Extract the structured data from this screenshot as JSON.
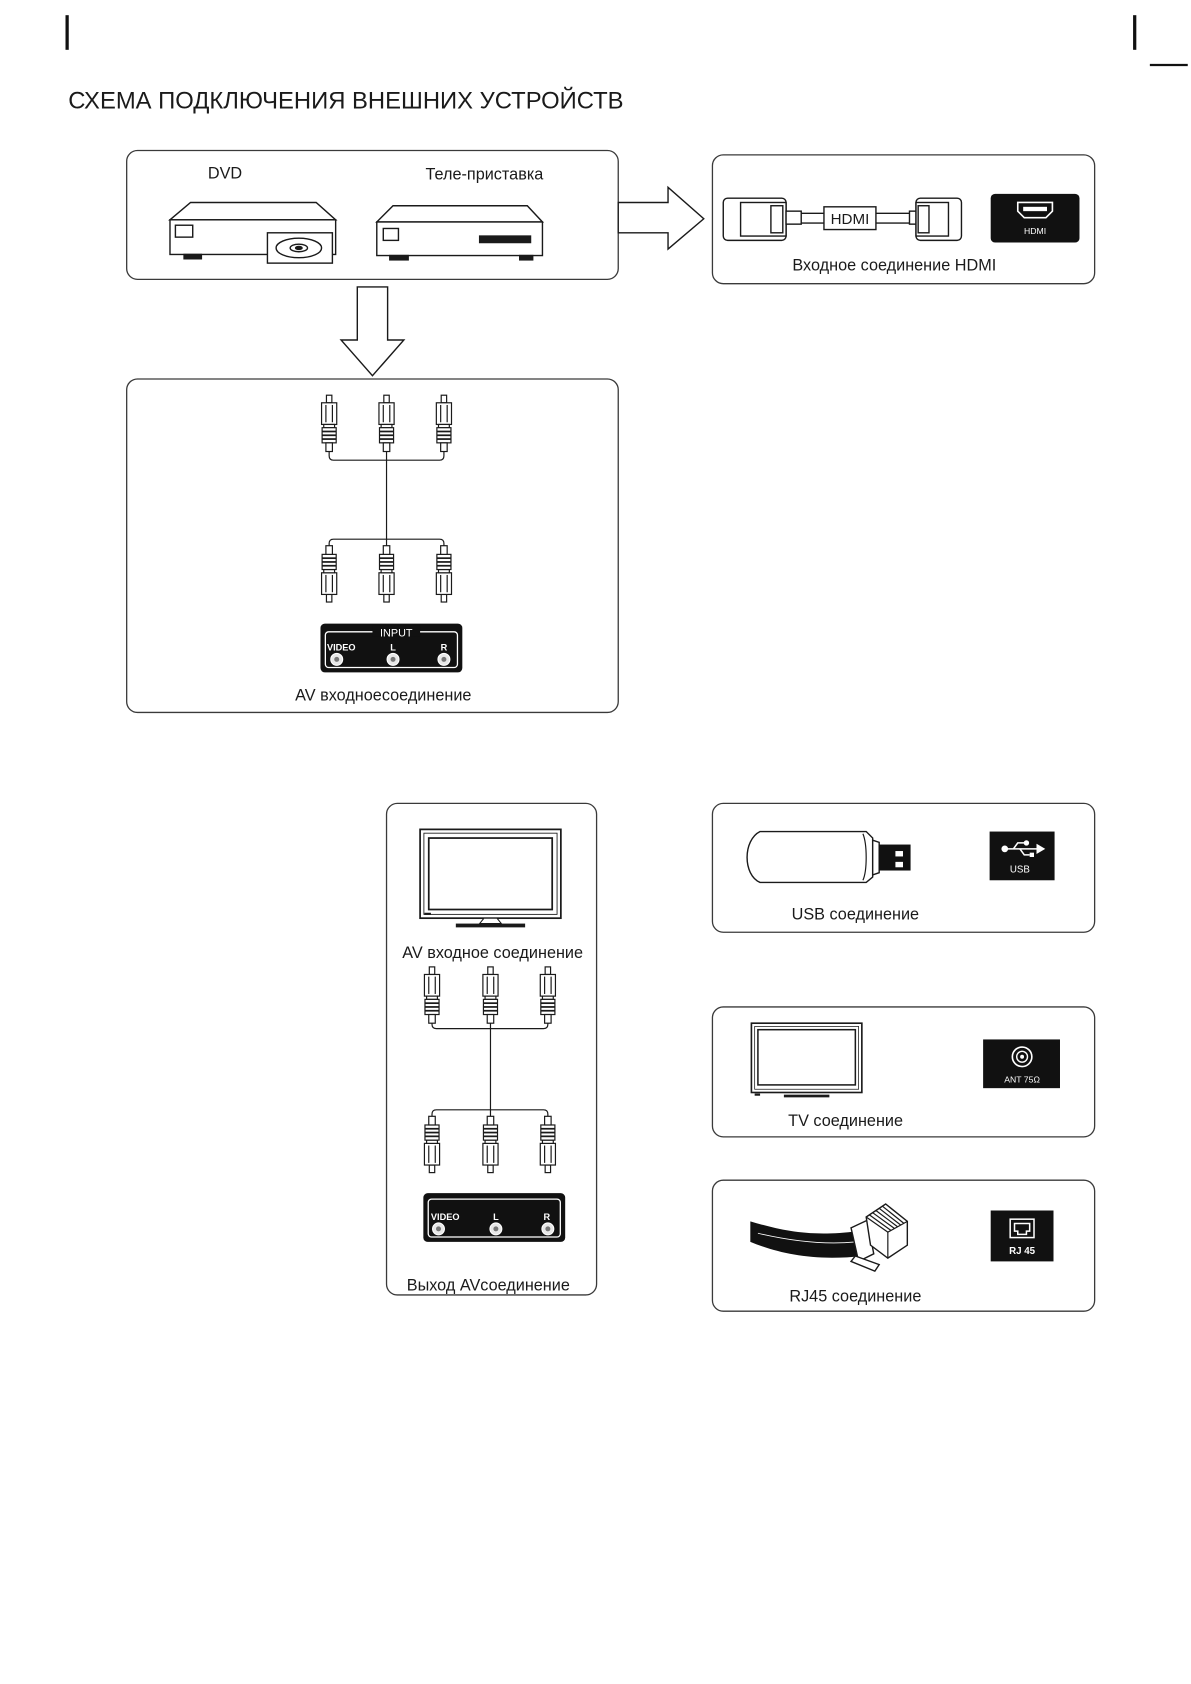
{
  "page": {
    "title": "СХЕМА ПОДКЛЮЧЕНИЯ ВНЕШНИХ УСТРОЙСТВ"
  },
  "sources": {
    "dvd_label": "DVD",
    "set_top_box_label": "Теле-приставка"
  },
  "hdmi": {
    "cable_label": "HDMI",
    "port_label": "HDMI",
    "caption": "Входное соединение HDMI",
    "icon": "hdmi-port-icon"
  },
  "av_input": {
    "panel_label": "INPUT",
    "jacks": [
      "VIDEO",
      "L",
      "R"
    ],
    "caption": "AV входноесоединение"
  },
  "av_output": {
    "tv_caption": "AV входное соединение",
    "jacks": [
      "VIDEO",
      "L",
      "R"
    ],
    "caption": "Выход AVсоединение"
  },
  "usb": {
    "port_label": "USB",
    "caption": "USB соединение",
    "icon": "usb-trident-icon"
  },
  "tv": {
    "port_label": "ANT 75Ω",
    "caption": "TV соединение",
    "icon": "coax-antenna-icon"
  },
  "rj45": {
    "port_label": "RJ 45",
    "caption": "RJ45 соединение",
    "icon": "ethernet-port-icon"
  }
}
